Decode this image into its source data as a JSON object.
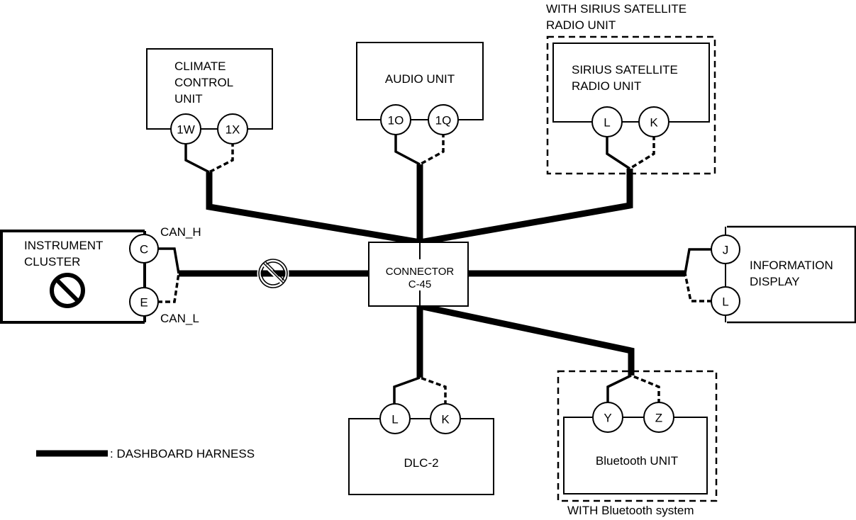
{
  "legend": {
    "label": ": DASHBOARD HARNESS"
  },
  "connector": {
    "line1": "CONNECTOR",
    "line2": "C-45"
  },
  "modules": {
    "climate": {
      "lines": [
        "CLIMATE",
        "CONTROL",
        "UNIT"
      ],
      "pins": [
        "1W",
        "1X"
      ]
    },
    "audio": {
      "lines": [
        "AUDIO UNIT"
      ],
      "pins": [
        "1O",
        "1Q"
      ]
    },
    "sirius": {
      "lines": [
        "SIRIUS SATELLITE",
        "RADIO UNIT"
      ],
      "pins": [
        "L",
        "K"
      ],
      "group_caption": [
        "WITH SIRIUS SATELLITE",
        "RADIO UNIT"
      ]
    },
    "cluster": {
      "lines": [
        "INSTRUMENT",
        "CLUSTER"
      ],
      "pins": [
        "C",
        "E"
      ],
      "signals": [
        "CAN_H",
        "CAN_L"
      ],
      "symbol": "prohibited-icon"
    },
    "info_display": {
      "lines": [
        "INFORMATION",
        "DISPLAY"
      ],
      "pins": [
        "J",
        "L"
      ]
    },
    "dlc": {
      "lines": [
        "DLC-2"
      ],
      "pins": [
        "L",
        "K"
      ]
    },
    "bluetooth": {
      "lines": [
        "Bluetooth UNIT"
      ],
      "pins": [
        "Y",
        "Z"
      ],
      "group_caption": [
        "WITH Bluetooth system"
      ]
    }
  },
  "wire_styles": {
    "solid": "CAN_H",
    "dashed": "CAN_L"
  },
  "colors": {
    "line": "#000000",
    "background": "#ffffff"
  }
}
